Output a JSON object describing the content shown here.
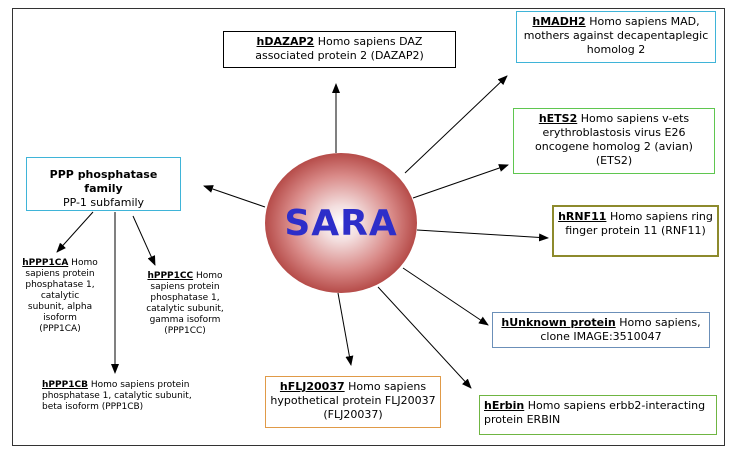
{
  "hub": {
    "label": "SARA"
  },
  "nodes": {
    "dazap2": {
      "symbol": "hDAZAP2",
      "desc": "Homo sapiens DAZ associated protein 2 (DAZAP2)"
    },
    "madh2": {
      "symbol": "hMADH2",
      "desc": "Homo sapiens MAD, mothers against decapentaplegic homolog 2"
    },
    "ets2": {
      "symbol": "hETS2",
      "desc": "Homo sapiens v-ets erythroblastosis virus E26 oncogene homolog 2  (avian) (ETS2)"
    },
    "rnf11": {
      "symbol": "hRNF11",
      "desc": "Homo sapiens ring finger protein 11 (RNF11)"
    },
    "unknown": {
      "symbol": "hUnknown protein",
      "desc": "Homo sapiens, clone IMAGE:3510047"
    },
    "erbin": {
      "symbol": "hErbin",
      "desc": "Homo sapiens erbb2-interacting protein ERBIN"
    },
    "flj20037": {
      "symbol": "hFLJ20037",
      "desc": "Homo sapiens hypothetical protein FLJ20037 (FLJ20037)"
    },
    "ppp": {
      "title": "PPP phosphatase family",
      "subtitle": "PP-1 subfamily"
    },
    "ppp1ca": {
      "symbol": "hPPP1CA",
      "desc": "Homo sapiens protein phosphatase 1, catalytic subunit, alpha isoform (PPP1CA)"
    },
    "ppp1cc": {
      "symbol": "hPPP1CC",
      "desc": "Homo sapiens protein phosphatase 1, catalytic subunit, gamma isoform (PPP1CC)"
    },
    "ppp1cb": {
      "symbol": "hPPP1CB",
      "desc": "Homo sapiens protein phosphatase 1, catalytic subunit, beta isoform (PPP1CB)"
    }
  }
}
